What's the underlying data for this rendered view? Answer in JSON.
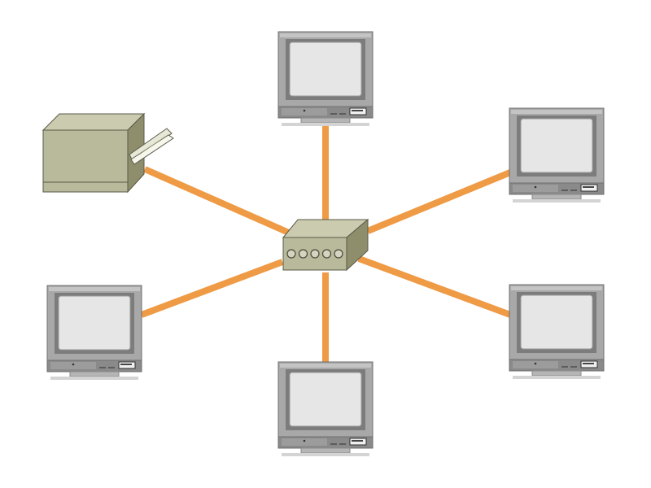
{
  "diagram": {
    "type": "star-network-topology",
    "hub": {
      "kind": "network-switch",
      "port_count": 5
    },
    "nodes": [
      {
        "kind": "printer"
      },
      {
        "kind": "computer"
      },
      {
        "kind": "computer"
      },
      {
        "kind": "computer"
      },
      {
        "kind": "computer"
      },
      {
        "kind": "computer"
      }
    ],
    "links": [
      {
        "from": "hub",
        "to": 0
      },
      {
        "from": "hub",
        "to": 1
      },
      {
        "from": "hub",
        "to": 2
      },
      {
        "from": "hub",
        "to": 3
      },
      {
        "from": "hub",
        "to": 4
      },
      {
        "from": "hub",
        "to": 5
      }
    ]
  },
  "colors": {
    "cable": "#EF9A45",
    "monitor_frame": "#A8A8A8",
    "monitor_frame_dark": "#8A8A8A",
    "screen": "#E6E6E6",
    "device_body": "#B9B99C",
    "device_side": "#8E8E6C",
    "device_top": "#CBCBB0",
    "outline": "#5A5A48"
  }
}
